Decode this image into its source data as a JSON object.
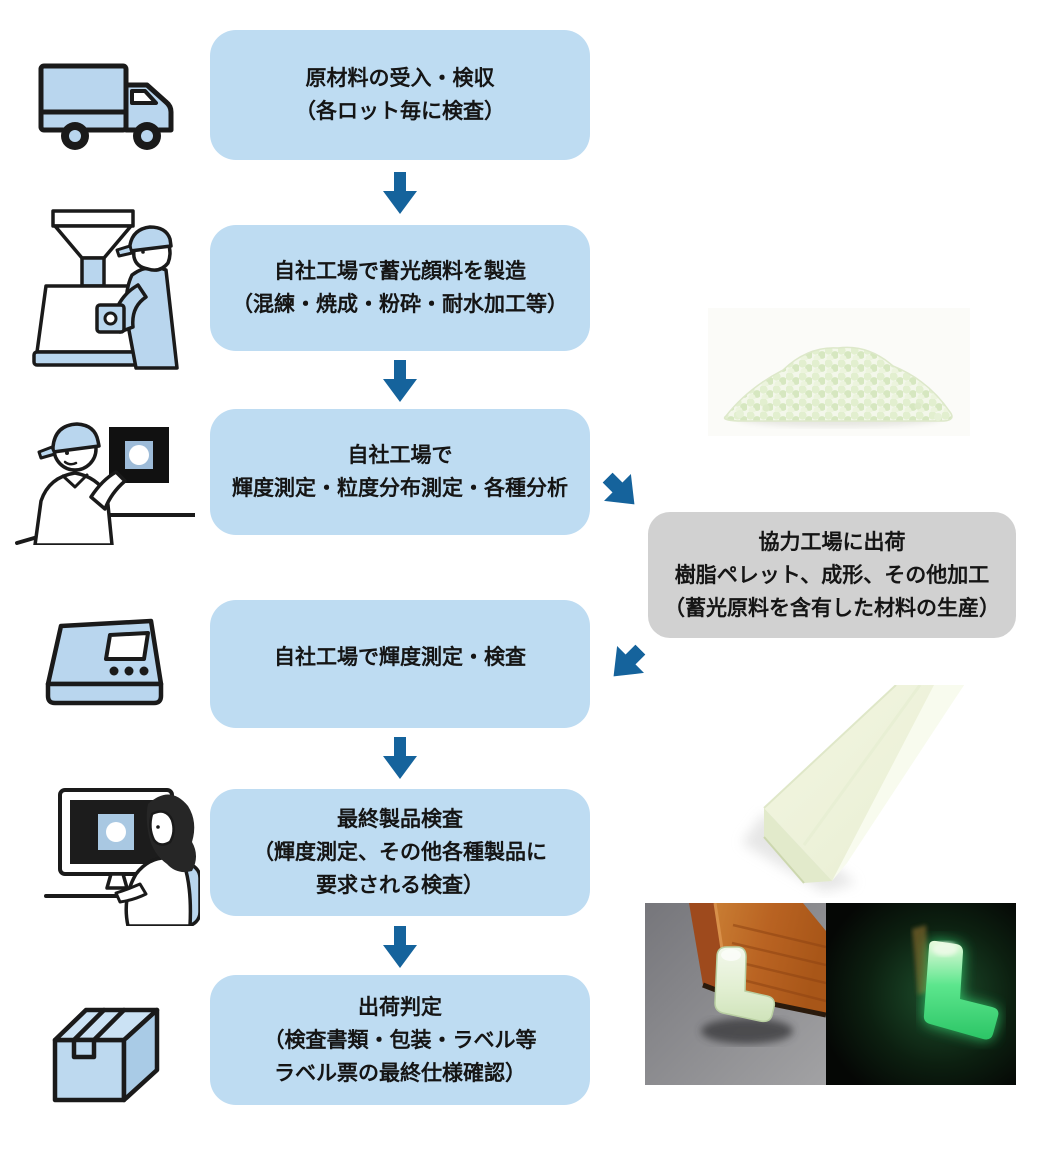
{
  "flow": {
    "steps": [
      {
        "lines": [
          "原材料の受入・検収",
          "（各ロット毎に検査）"
        ]
      },
      {
        "lines": [
          "自社工場で蓄光顔料を製造",
          "（混練・焼成・粉砕・耐水加工等）"
        ]
      },
      {
        "lines": [
          "自社工場で",
          "輝度測定・粒度分布測定・各種分析"
        ]
      },
      {
        "lines": [
          "自社工場で輝度測定・検査"
        ]
      },
      {
        "lines": [
          "最終製品検査",
          "（輝度測定、その他各種製品に",
          "要求される検査）"
        ]
      },
      {
        "lines": [
          "出荷判定",
          "（検査書類・包装・ラベル等",
          "ラベル票の最終仕様確認）"
        ]
      }
    ],
    "partner": {
      "lines": [
        "協力工場に出荷",
        "樹脂ペレット、成形、その他加工",
        "（蓄光原料を含有した材料の生産）"
      ]
    }
  },
  "colors": {
    "step_box": "#bedcf2",
    "partner_box": "#d1d1d1",
    "arrow": "#15639c",
    "icon_fill": "#b9d6ee",
    "outline": "#1a1a1a",
    "glow_green": "#46e07f"
  },
  "icons": {
    "step1": "delivery-truck-icon",
    "step2": "pigment-factory-worker-icon",
    "step3": "luminance-inspection-worker-icon",
    "step4": "measurement-device-icon",
    "step5": "computer-inspection-worker-icon",
    "step6": "shipping-box-icon"
  },
  "photos": {
    "pellets": "phosphorescent-pellets-photo",
    "profile": "molded-profile-photo",
    "corner_light": "corner-guard-daylight-photo",
    "corner_dark": "corner-guard-glowing-photo"
  }
}
